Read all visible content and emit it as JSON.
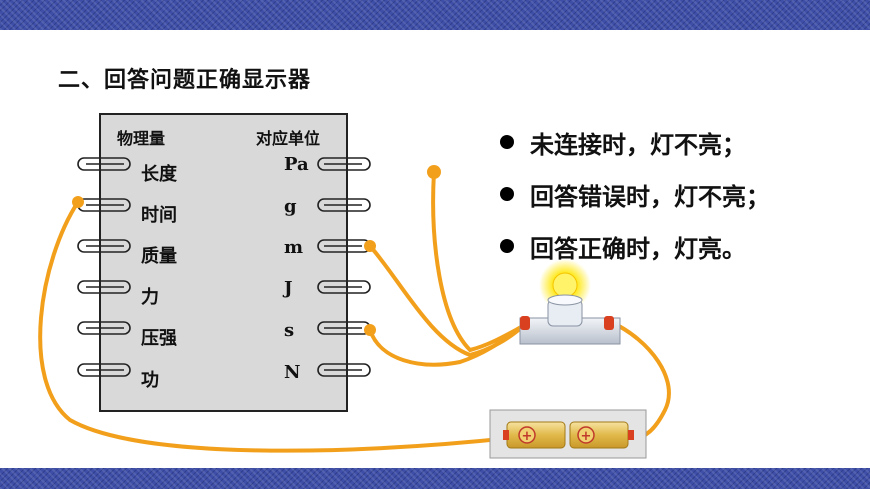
{
  "title": "二、回答问题正确显示器",
  "board": {
    "left_header": "物理量",
    "right_header": "对应单位",
    "quantities": [
      "长度",
      "时间",
      "质量",
      "力",
      "压强",
      "功"
    ],
    "units": [
      "Pa",
      "g",
      "m",
      "J",
      "s",
      "N"
    ]
  },
  "bullets": [
    "未连接时，灯不亮；",
    "回答错误时，灯不亮；",
    "回答正确时，灯亮。"
  ],
  "colors": {
    "wire": "#f2a01c",
    "band": "#3f4fa8",
    "board": "#d9d9d9",
    "bulb_glow": "#ffe600",
    "battery": "#e8c65a"
  }
}
